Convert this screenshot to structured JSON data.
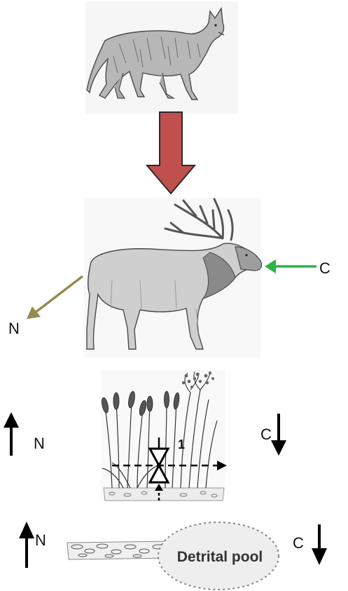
{
  "labels": {
    "elk_carbon": "C",
    "elk_nitrogen": "N",
    "plant_nitrogen": "N",
    "plant_carbon": "C",
    "plant_marker": "1",
    "soil_nitrogen": "N",
    "soil_carbon": "C",
    "detrital_pool": "Detrital pool"
  },
  "colors": {
    "predation_arrow": "#c0504d",
    "carbon_intake_arrow": "#2db34a",
    "nitrogen_output_arrow": "#948a54",
    "flux_arrows": "#111111",
    "pool_fill": "#eeeeee"
  },
  "icons": {
    "wolf": "wolf-illustration",
    "elk": "elk-illustration",
    "grasses": "grass-plants-illustration",
    "litter": "litter-layer-illustration"
  }
}
